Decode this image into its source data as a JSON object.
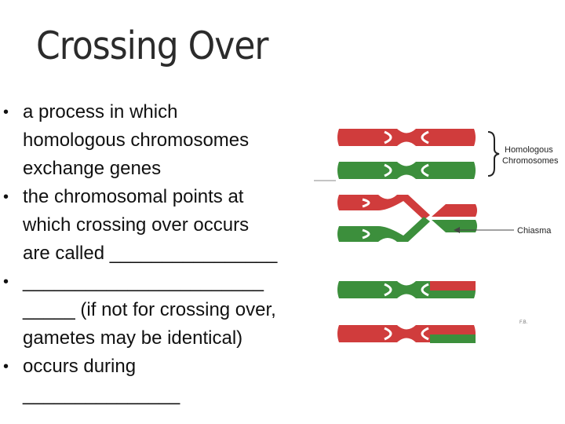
{
  "title": "Crossing Over",
  "bullets": [
    {
      "lines": [
        "a process in which",
        "homologous chromosomes",
        "exchange genes"
      ]
    },
    {
      "lines": [
        "the chromosomal points at",
        "which crossing over occurs",
        "are called ________________"
      ]
    },
    {
      "lines": [
        "_______________________",
        "_____ (if not for crossing over,",
        "gametes may be identical)"
      ]
    },
    {
      "lines": [
        "occurs during",
        "_______________"
      ]
    }
  ],
  "diagram": {
    "label_homologous_1": "Homologous",
    "label_homologous_2": "Chromosomes",
    "label_chiasma": "Chiasma",
    "credit": "F.B.",
    "colors": {
      "red": "#d03c3c",
      "green": "#3c8f3c",
      "outline": "#ffffff"
    }
  }
}
